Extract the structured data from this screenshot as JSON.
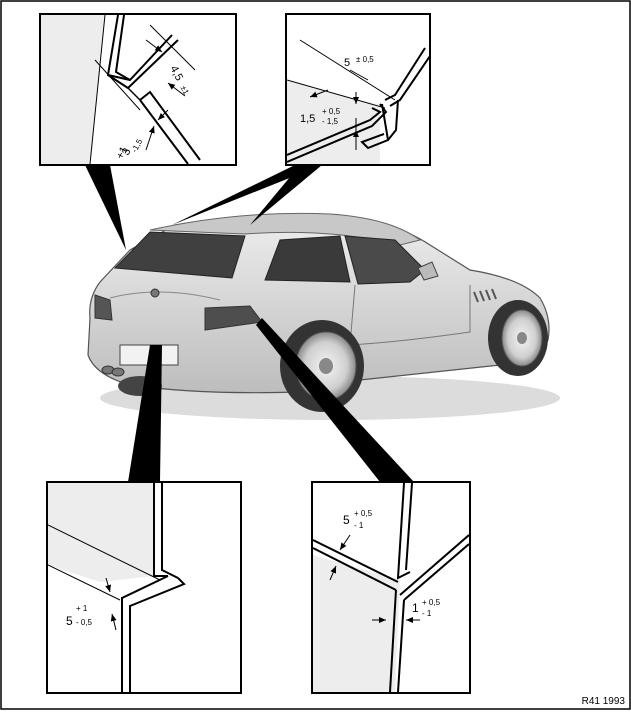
{
  "figure": {
    "reference": "R41 1993"
  },
  "details": {
    "top_left": {
      "dim_a": "4,5",
      "dim_a_tol": "±1",
      "dim_b": "3",
      "dim_b_tol_upper": "+1",
      "dim_b_tol_lower": "-1,5"
    },
    "top_right": {
      "dim_a": "5",
      "dim_a_tol": "± 0,5",
      "dim_b": "1,5",
      "dim_b_tol_upper": "+ 0,5",
      "dim_b_tol_lower": "- 1,5"
    },
    "bottom_left": {
      "dim_a": "5",
      "dim_a_tol_upper": "+ 1",
      "dim_a_tol_lower": "- 0,5"
    },
    "bottom_right": {
      "dim_a": "5",
      "dim_a_tol_upper": "+ 0,5",
      "dim_a_tol_lower": "- 1",
      "dim_b": "1",
      "dim_b_tol_upper": "+ 0,5",
      "dim_b_tol_lower": "- 1"
    }
  },
  "colors": {
    "outline": "#000000",
    "panel_fill": "#e8e8e8",
    "car_body": "#d6d6d6",
    "glass": "#3a3a3a"
  }
}
